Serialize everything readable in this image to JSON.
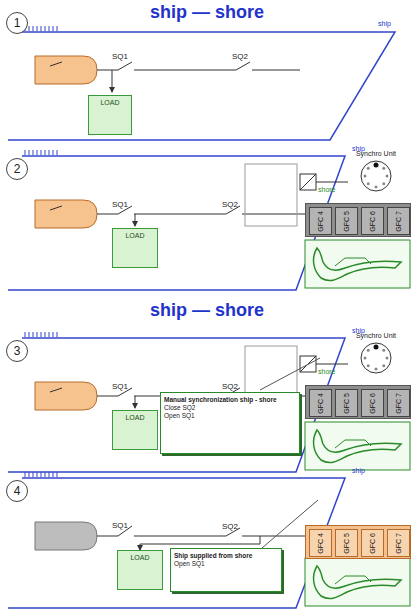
{
  "diagram": {
    "title": "ship — shore",
    "nodes": [
      {
        "text": [
          "1"
        ]
      },
      {
        "text": [
          "LOAD"
        ]
      },
      {
        "text": [
          "2"
        ]
      },
      {
        "text": [
          "LOAD"
        ]
      },
      {
        "text": [
          "Synchro Unit"
        ]
      },
      {
        "text": []
      },
      {
        "text": [
          "GFC 4"
        ],
        "in": 5
      },
      {
        "text": [
          "GFC 5"
        ],
        "in": 5
      },
      {
        "text": [
          "GFC 6"
        ],
        "in": 5
      },
      {
        "text": [
          "GFC 7"
        ],
        "in": 5
      },
      {
        "text": [
          "3"
        ]
      },
      {
        "text": [
          "LOAD"
        ]
      },
      {
        "text": [
          "Synchro Unit"
        ]
      },
      {
        "text": []
      },
      {
        "text": [
          "GFC 4"
        ],
        "in": 13
      },
      {
        "text": [
          "GFC 5"
        ],
        "in": 13
      },
      {
        "text": [
          "GFC 6"
        ],
        "in": 13
      },
      {
        "text": [
          "GFC 7"
        ],
        "in": 13
      },
      {
        "text": [
          "Manual synchronization ship - shore",
          "Close SQ2",
          "Open SQ1"
        ]
      },
      {
        "text": [
          "4"
        ]
      },
      {
        "text": [
          "LOAD"
        ]
      },
      {
        "text": []
      },
      {
        "text": [
          "GFC 4"
        ],
        "in": 21
      },
      {
        "text": [
          "GFC 5"
        ],
        "in": 21
      },
      {
        "text": [
          "GFC 6"
        ],
        "in": 21
      },
      {
        "text": [
          "GFC 7"
        ],
        "in": 21
      },
      {
        "text": [
          "Ship supplied from shore",
          "Open SQ1"
        ]
      }
    ],
    "labels": [
      "ship",
      "SQ1",
      "SQ2",
      "ship",
      "shore",
      "SQ1",
      "SQ2",
      "ship — shore",
      "ship",
      "shore",
      "SQ1",
      "SQ2",
      "ship",
      "SQ1",
      "SQ2"
    ]
  }
}
